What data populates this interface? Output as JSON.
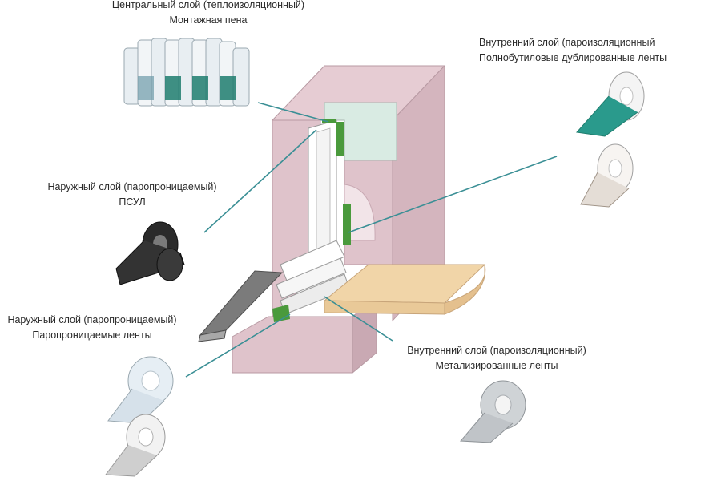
{
  "labels": {
    "central": {
      "line1": "Центральный слой (теплоизоляционный)",
      "line2": "Монтажная пена"
    },
    "inner_top": {
      "line1": "Внутренний слой (пароизоляционный",
      "line2": "Полнобутиловые дублированные ленты"
    },
    "outer_psul": {
      "line1": "Наружный слой (паропроницаемый)",
      "line2": "ПСУЛ"
    },
    "outer_tapes": {
      "line1": "Наружный слой (паропроницаемый)",
      "line2": "Паропроницаемые ленты"
    },
    "inner_bottom": {
      "line1": "Внутренний слой (пароизоляционный)",
      "line2": "Метализированные ленты"
    }
  },
  "colors": {
    "wall": "#dfc3cb",
    "wall_dark": "#c9a9b3",
    "glass": "#d9ebe3",
    "sill": "#f1d5a8",
    "pointer": "#3a8f95",
    "foam": "#4a9a3c"
  }
}
